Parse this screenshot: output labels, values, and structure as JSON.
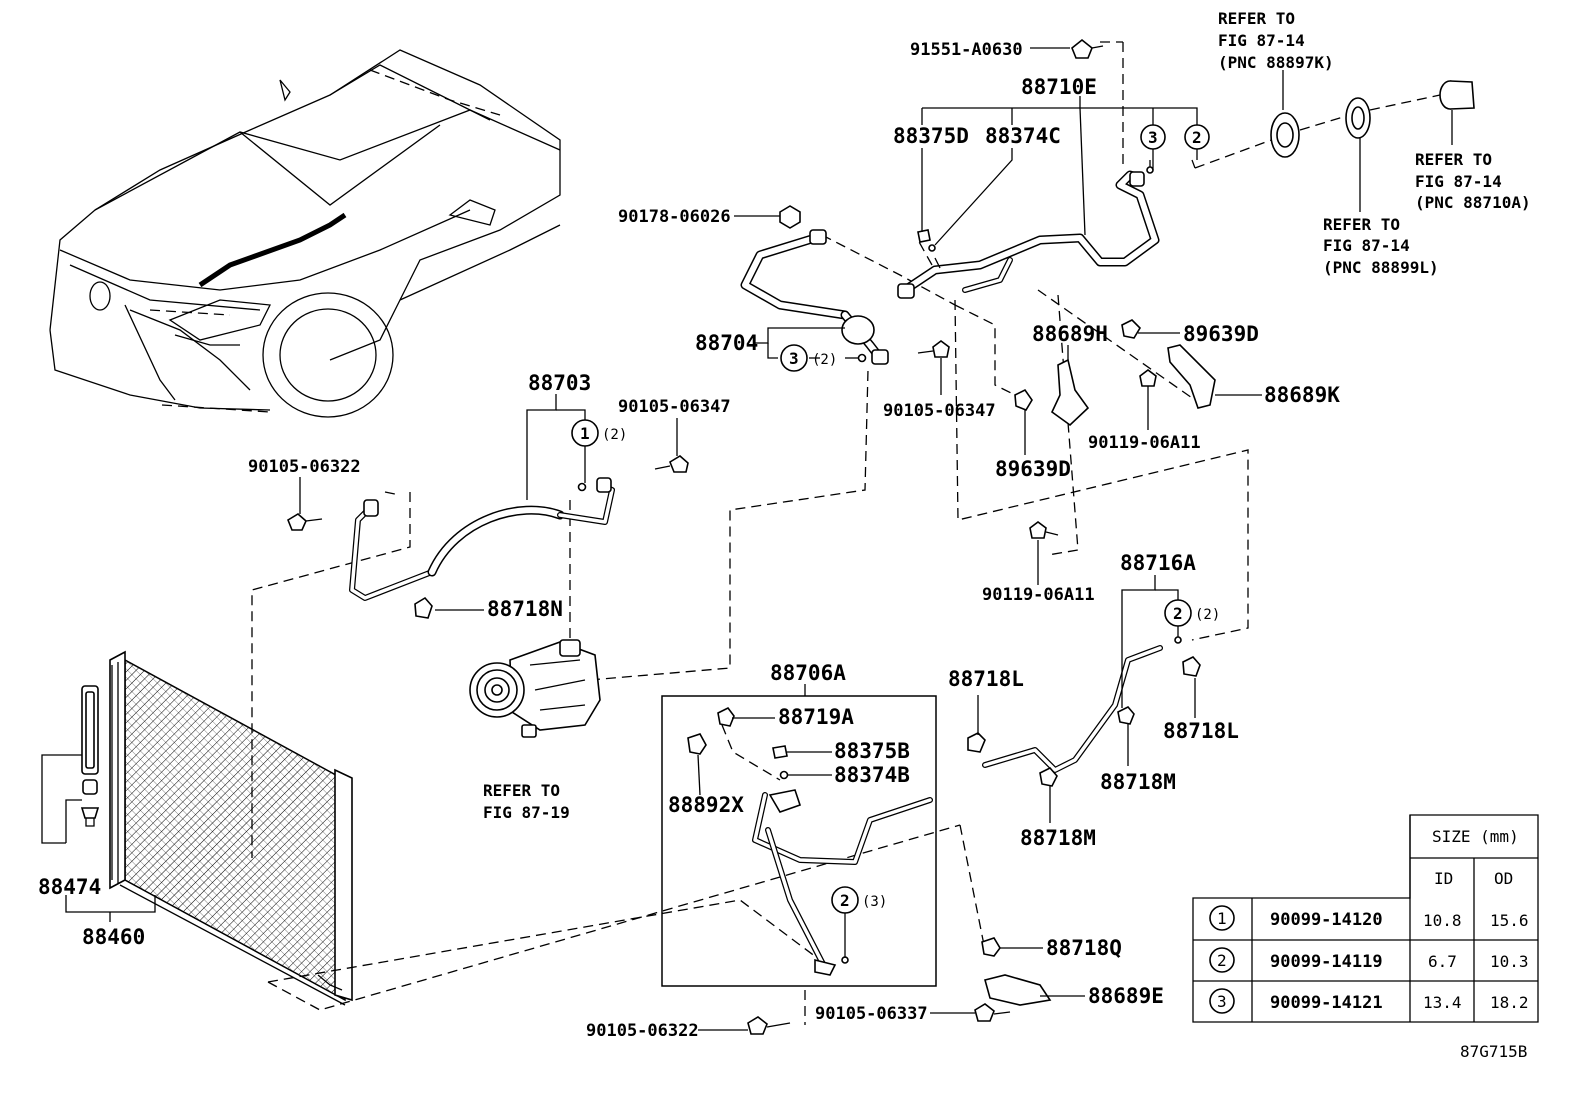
{
  "labels": {
    "l91551": "91551-A0630",
    "l88710E": "88710E",
    "l88375D": "88375D",
    "l88374C": "88374C",
    "l90178": "90178-06026",
    "l88704": "88704",
    "l88703": "88703",
    "l90105_06347a": "90105-06347",
    "l90105_06347b": "90105-06347",
    "l90105_06322a": "90105-06322",
    "l90105_06322b": "90105-06322",
    "l90105_06337": "90105-06337",
    "l88689H": "88689H",
    "l89639Da": "89639D",
    "l89639Db": "89639D",
    "l88689K": "88689K",
    "l90119a": "90119-06A11",
    "l90119b": "90119-06A11",
    "l88718N": "88718N",
    "l88716A": "88716A",
    "l88718La": "88718L",
    "l88718Lb": "88718L",
    "l88718Ma": "88718M",
    "l88718Mb": "88718M",
    "l88706A": "88706A",
    "l88719A": "88719A",
    "l88375B": "88375B",
    "l88374B": "88374B",
    "l88892X": "88892X",
    "l88718Q": "88718Q",
    "l88689E": "88689E",
    "l88474": "88474",
    "l88460": "88460"
  },
  "refs": {
    "refK_1": "REFER TO",
    "refK_2": "FIG 87-14",
    "refK_3": "(PNC 88897K)",
    "refA_1": "REFER TO",
    "refA_2": "FIG 87-14",
    "refA_3": "(PNC 88710A)",
    "refL_1": "REFER TO",
    "refL_2": "FIG 87-14",
    "refL_3": "(PNC 88899L)",
    "ref19_1": "REFER TO",
    "ref19_2": "FIG 87-19"
  },
  "callouts": {
    "c3a": "3",
    "c2a": "2",
    "c3b": "3",
    "c3b_q": "(2)",
    "c1": "1",
    "c1_q": "(2)",
    "c2b": "2",
    "c2b_q": "(2)",
    "c2c": "2",
    "c2c_q": "(3)"
  },
  "oring_table": {
    "size_header": "SIZE (mm)",
    "col_id": "ID",
    "col_od": "OD",
    "rows": [
      {
        "key": "1",
        "part": "90099-14120",
        "id": "10.8",
        "od": "15.6"
      },
      {
        "key": "2",
        "part": "90099-14119",
        "id": "6.7",
        "od": "10.3"
      },
      {
        "key": "3",
        "part": "90099-14121",
        "id": "13.4",
        "od": "18.2"
      }
    ]
  },
  "figure_code": "87G715B"
}
